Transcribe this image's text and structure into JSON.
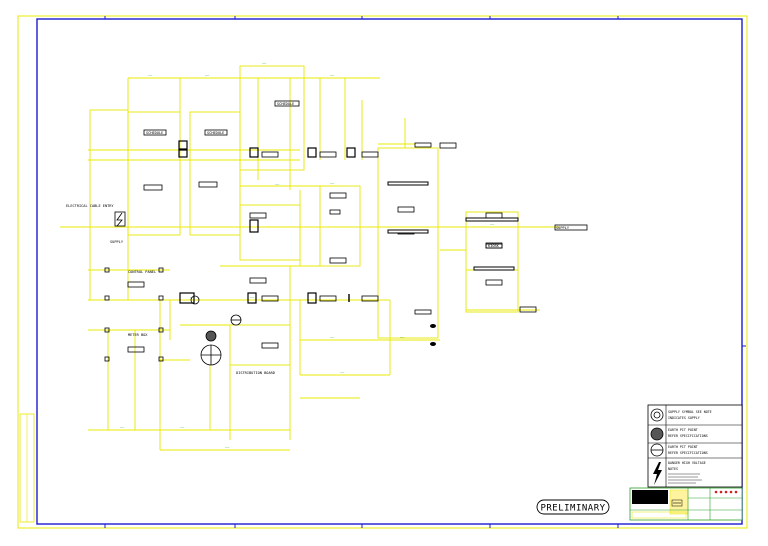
{
  "drawing": {
    "stamp": "PRELIMINARY",
    "colors": {
      "wire": "#e8e800",
      "border": "#1c1cd0",
      "ink": "#000000",
      "dim": "#2aa02a",
      "paper": "#ffffff"
    },
    "labels": {
      "electrical_cable_entry": "ELECTRICAL CABLE ENTRY",
      "supply_left": "SUPPLY",
      "supply_right": "SUPPLY",
      "unit_a": "SCHEDULE",
      "unit_b": "SCHEDULE",
      "unit_c": "SCHEDULE",
      "kiosk": "KIOSK",
      "control_panel": "CONTROL PANEL",
      "meter_box": "METER BOX",
      "main_distribution": "DISTRIBUTION BOARD"
    },
    "legend_items": [
      {
        "icon": "target-icon",
        "title": "SUPPLY SYMBOL SEE NOTE",
        "note": "INDICATES SUPPLY"
      },
      {
        "icon": "filled-circle-icon",
        "title": "EARTH PIT POINT",
        "note": "REFER SPECIFICATIONS"
      },
      {
        "icon": "half-circle-icon",
        "title": "EARTH PIT POINT",
        "note": "REFER SPECIFICATIONS"
      },
      {
        "icon": "lightning-icon",
        "title": "DANGER HIGH VOLTAGE",
        "note": "NOTES"
      }
    ]
  }
}
